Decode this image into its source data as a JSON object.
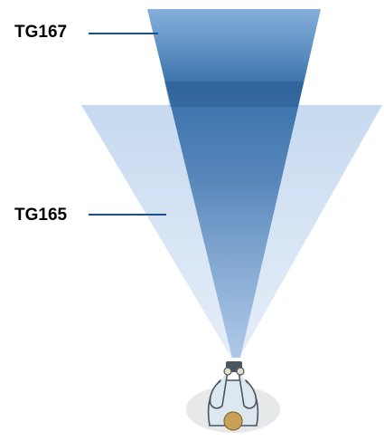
{
  "diagram": {
    "beams": [
      {
        "id": "tg167",
        "label": "TG167",
        "color_top": "#2f6aa6",
        "color_bottom": "#1f4f85"
      },
      {
        "id": "tg165",
        "label": "TG165",
        "color": "#b9d0ec"
      }
    ],
    "person": {
      "shirt_color": "#dde7f0",
      "head_color": "#c9a25a",
      "outline_color": "#4a5560",
      "shadow_color": "#e6e8ea"
    },
    "leader_line_color": "#1f4f85"
  }
}
